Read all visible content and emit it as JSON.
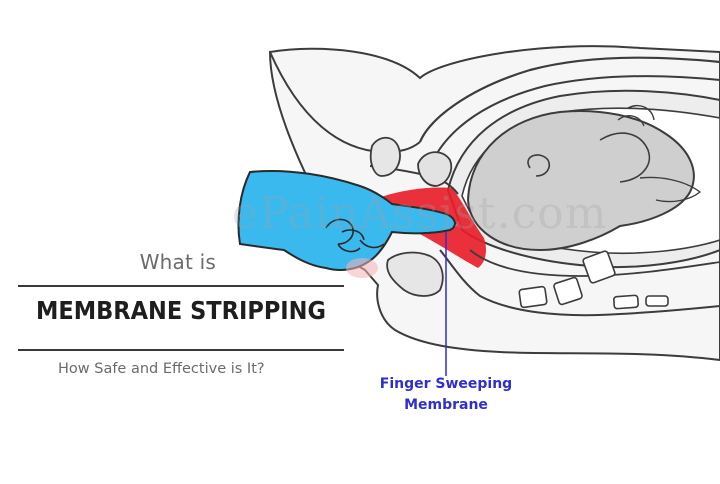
{
  "header": {
    "kicker": "What is",
    "title": "MEMBRANE STRIPPING",
    "subtitle": "How Safe and Effective is It?"
  },
  "annotation": {
    "line1": "Finger Sweeping",
    "line2": "Membrane"
  },
  "watermark": {
    "text": "ePainAssist.com"
  },
  "colors": {
    "hand": "#3ab9ef",
    "membrane": "#e8202a",
    "callout": "#2f2fd0",
    "outline": "#3c3c3c",
    "tissue": "#eaeaea",
    "baby": "#cfcfcf"
  },
  "icons": {
    "hand": "gloved-hand-icon",
    "fetus": "fetus-illustration"
  }
}
